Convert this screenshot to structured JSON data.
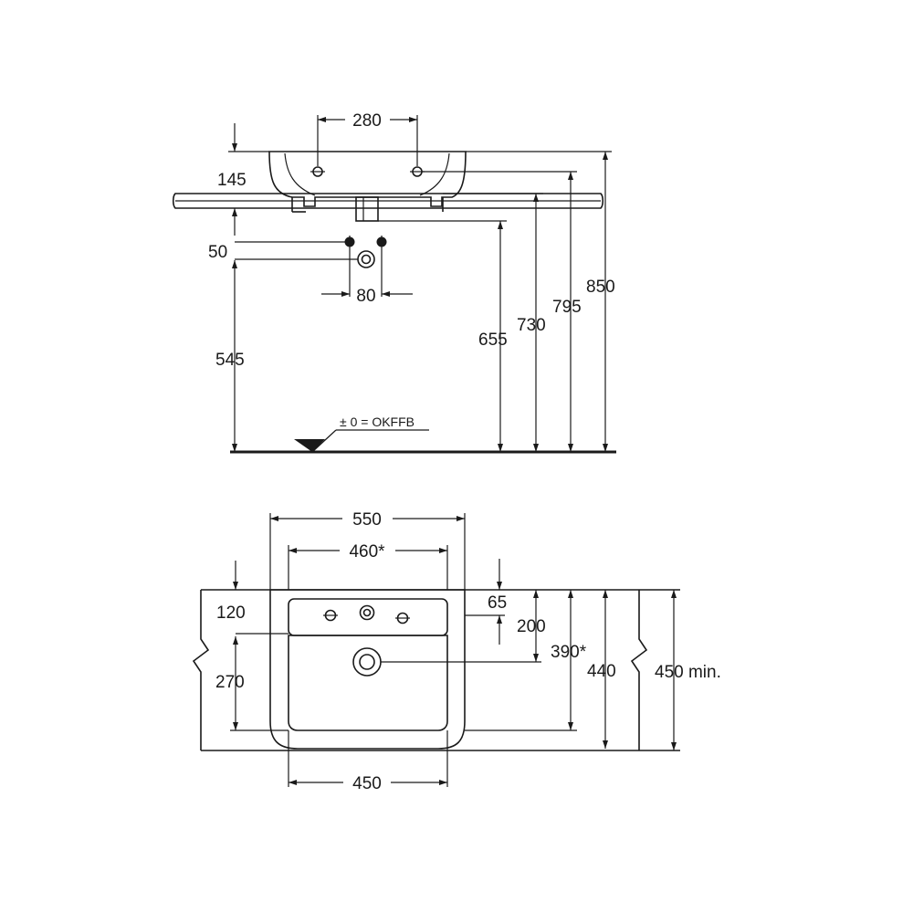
{
  "side_view": {
    "tap_spacing": "280",
    "rim_height_offset": "145",
    "supply_spacing_vertical": "50",
    "supply_spacing_horizontal": "80",
    "supply_height": "545",
    "waste_height": "655",
    "underside_height": "730",
    "tap_hole_height": "795",
    "rim_height": "850",
    "floor_reference": "± 0 = OKFFB"
  },
  "plan_view": {
    "overall_width": "550",
    "fixing_distance": "460*",
    "tap_hole_from_wall": "120",
    "waste_offset": "270",
    "overflow_distance": "65",
    "waste_from_wall": "200",
    "fixing_depth": "390*",
    "overall_depth": "440",
    "min_projection": "450 min.",
    "bowl_width": "450"
  }
}
